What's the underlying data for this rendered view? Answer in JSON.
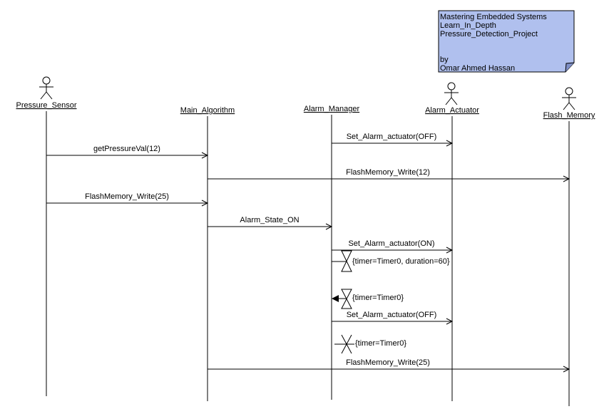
{
  "note": {
    "lines": [
      "Mastering Embedded Systems",
      "Learn_In_Depth",
      "Pressure_Detection_Project",
      "",
      "by",
      "Omar Ahmed  Hassan"
    ],
    "fill_color": "#b0c0ee"
  },
  "lifelines": [
    {
      "id": "pressure_sensor",
      "label": "Pressure_Sensor",
      "actor": true
    },
    {
      "id": "main_algorithm",
      "label": "Main_Algorithm",
      "actor": false
    },
    {
      "id": "alarm_manager",
      "label": "Alarm_Manager",
      "actor": false
    },
    {
      "id": "alarm_actuator",
      "label": "Alarm_Actuator",
      "actor": true
    },
    {
      "id": "flash_memory",
      "label": "Flash_Memory",
      "actor": true
    }
  ],
  "messages": [
    {
      "from": "alarm_manager",
      "to": "alarm_actuator",
      "label": "Set_Alarm_actuator(OFF)"
    },
    {
      "from": "pressure_sensor",
      "to": "main_algorithm",
      "label": "getPressureVal(12)"
    },
    {
      "from": "main_algorithm",
      "to": "flash_memory",
      "label": "FlashMemory_Write(12)"
    },
    {
      "from": "pressure_sensor",
      "to": "main_algorithm",
      "label": "FlashMemory_Write(25)"
    },
    {
      "from": "main_algorithm",
      "to": "alarm_manager",
      "label": "Alarm_State_ON"
    },
    {
      "from": "alarm_manager",
      "to": "alarm_actuator",
      "label": "Set_Alarm_actuator(ON)"
    },
    {
      "from": "alarm_manager",
      "to": "alarm_actuator",
      "label": "Set_Alarm_actuator(OFF)"
    },
    {
      "from": "main_algorithm",
      "to": "flash_memory",
      "label": "FlashMemory_Write(25)"
    }
  ],
  "timers": [
    {
      "kind": "start",
      "label": "{timer=Timer0, duration=60}"
    },
    {
      "kind": "timeout",
      "label": "{timer=Timer0}"
    },
    {
      "kind": "cancel",
      "label": "{timer=Timer0}"
    }
  ]
}
